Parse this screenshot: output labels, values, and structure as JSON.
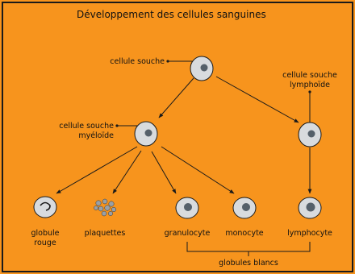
{
  "title": "Développement des cellules sanguines",
  "colors": {
    "background": "#f7941d",
    "border": "#1a1a1a",
    "cell": "#d8dbde",
    "nucleus": "#55606a",
    "platelet": "#9aa0a6"
  },
  "labels": {
    "stem_cell": "cellule souche",
    "lymphoid_1": "cellule souche",
    "lymphoid_2": "lymphoïde",
    "myeloid_1": "cellule souche",
    "myeloid_2": "myéloïde",
    "red_cell_1": "globule",
    "red_cell_2": "rouge",
    "platelets": "plaquettes",
    "granulocyte": "granulocyte",
    "monocyte": "monocyte",
    "lymphocyte": "lymphocyte",
    "white_cells": "globules blancs"
  }
}
